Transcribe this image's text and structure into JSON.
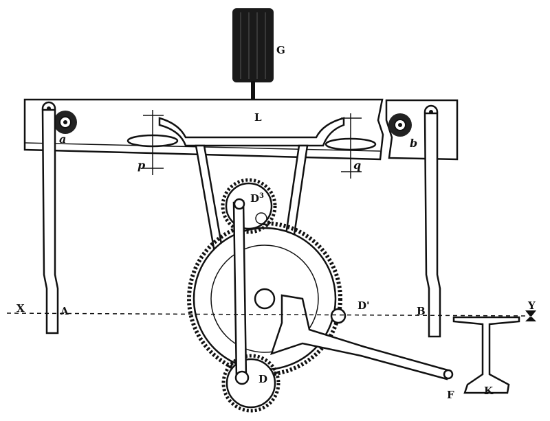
{
  "labels": {
    "weight": "G",
    "beam": "L",
    "pivot_left": "a",
    "pivot_right": "b",
    "pulley_left": "p",
    "pulley_right": "q",
    "gear_top": "D",
    "gear_top_sup": "3",
    "gear_right": "D'",
    "gear_bottom": "D",
    "rod_left": "A",
    "rod_right": "B",
    "line_start": "X",
    "line_end": "Y",
    "rail": "K",
    "arm_end": "F"
  },
  "colors": {
    "ink": "#111111",
    "paper": "#ffffff"
  }
}
